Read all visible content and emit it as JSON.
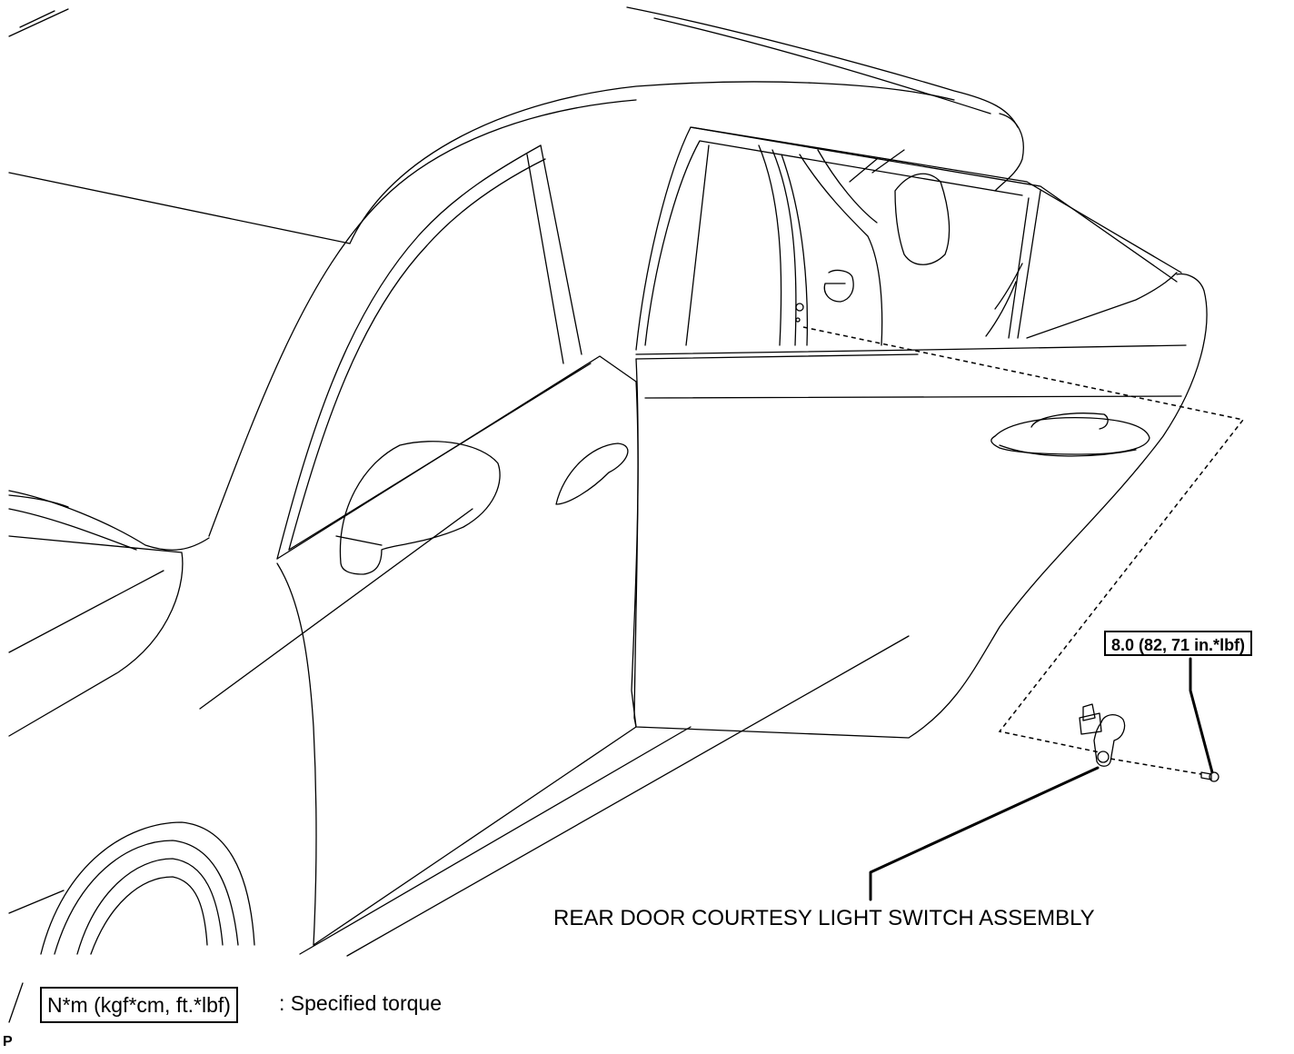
{
  "diagram": {
    "torque_spec": "8.0 (82, 71 in.*lbf)",
    "part_label": "REAR DOOR COURTESY LIGHT SWITCH ASSEMBLY",
    "legend": {
      "unit_box": "N*m (kgf*cm, ft.*lbf)",
      "description": ": Specified torque"
    },
    "figure_code": "P"
  }
}
